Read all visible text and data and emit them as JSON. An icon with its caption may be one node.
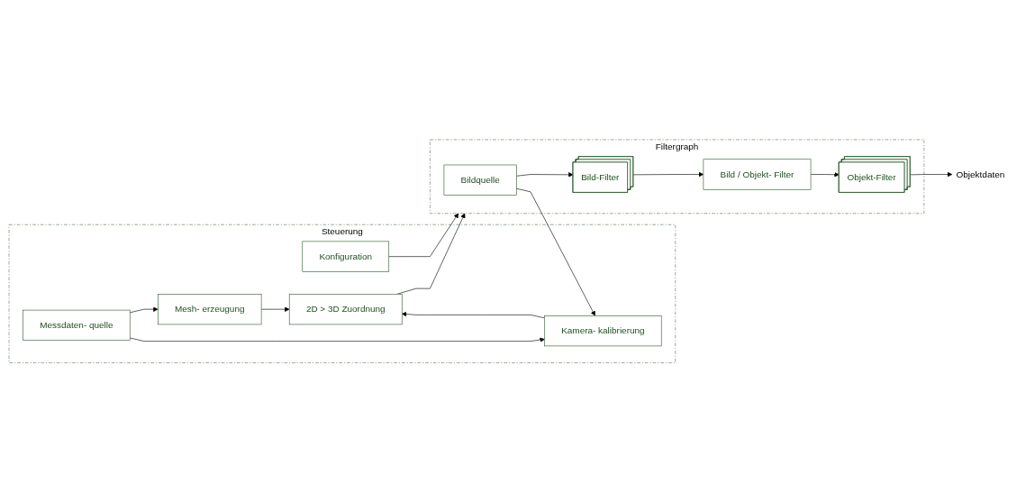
{
  "diagram": {
    "nodes": [
      {
        "text": [
          "Steuerung"
        ]
      },
      {
        "text": [
          "Messdaten- quelle"
        ],
        "in": 0
      },
      {
        "text": [
          "Mesh- erzeugung"
        ],
        "in": 0
      },
      {
        "text": [
          "Kamera- kalibrierung"
        ],
        "in": 0
      },
      {
        "text": [
          "2D > 3D Zuordnung"
        ],
        "in": 0
      },
      {
        "text": [
          "Konfiguration"
        ],
        "in": 0
      },
      {
        "text": [
          "Filtergraph"
        ]
      },
      {
        "text": [
          "Bildquelle"
        ],
        "in": 6
      },
      {
        "text": [
          "Bild-Filter"
        ],
        "in": 6
      },
      {
        "text": [
          "Bild / Objekt- Filter"
        ],
        "in": 6
      },
      {
        "text": [
          "Objekt-Filter"
        ],
        "in": 6
      },
      {
        "text": [
          "Objektdaten"
        ]
      }
    ],
    "edges": [
      {
        "from": 1,
        "to": 2,
        "arrow": "to"
      },
      {
        "from": 1,
        "to": 3,
        "arrow": "to"
      },
      {
        "from": 2,
        "to": 4,
        "arrow": "to"
      },
      {
        "from": 3,
        "to": 4,
        "arrow": "to"
      },
      {
        "from": 7,
        "to": 3,
        "arrow": "to"
      },
      {
        "from": 4,
        "to": 6,
        "arrow": "to"
      },
      {
        "from": 5,
        "to": 6,
        "arrow": "to"
      },
      {
        "from": 7,
        "to": 8,
        "arrow": "to"
      },
      {
        "from": 8,
        "to": 9,
        "arrow": "to"
      },
      {
        "from": 9,
        "to": 10,
        "arrow": "to"
      },
      {
        "from": 10,
        "to": 11,
        "arrow": "to"
      }
    ]
  }
}
